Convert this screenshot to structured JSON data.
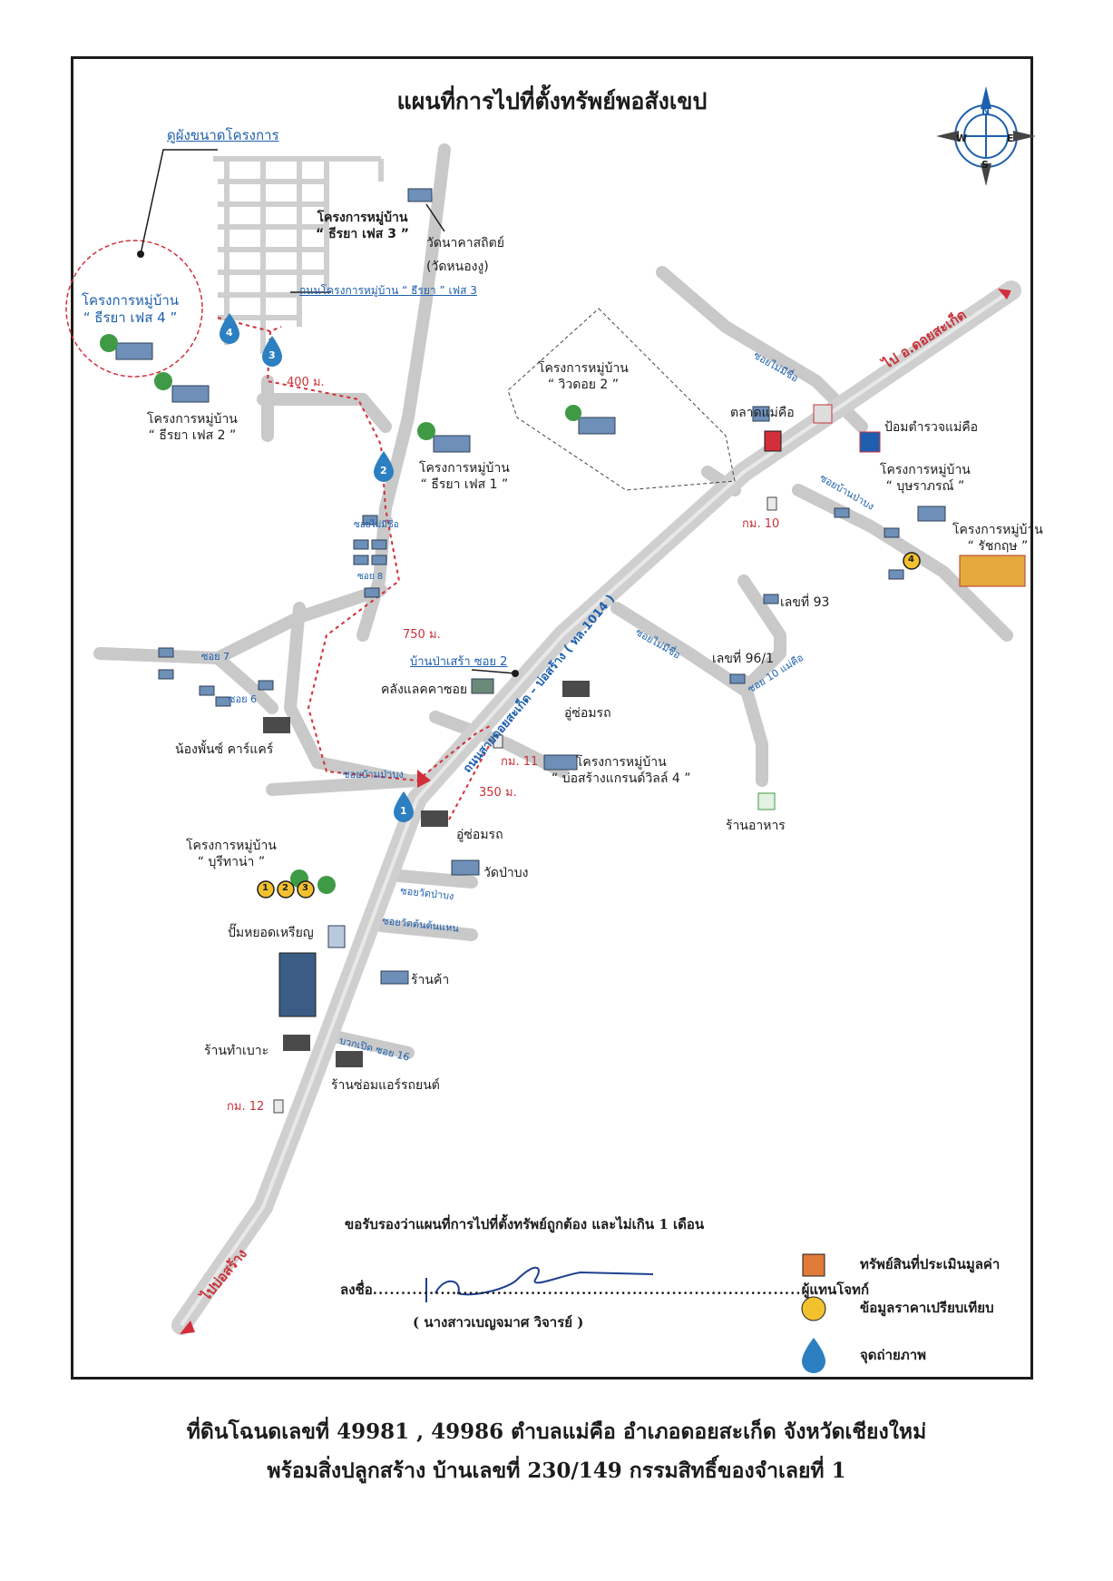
{
  "title": "แผนที่การไปที่ตั้งทรัพย์พอสังเขป",
  "compass": {
    "n": "N",
    "s": "S",
    "e": "E",
    "w": "W"
  },
  "labels": {
    "layout_plan": "ดูผังขนาดโครงการ",
    "phase3": [
      "โครงการหมู่บ้าน",
      "“ ธีรยา เฟส 3 ”"
    ],
    "wat_nakhas": [
      "วัดนาคาสถิตย์",
      "(วัดหนองงู)"
    ],
    "phase4": [
      "โครงการหมู่บ้าน",
      "“ ธีรยา เฟส 4 ”"
    ],
    "phase3_road": "ถนนโครงการหมู่บ้าน “ ธีรยา ” เฟส 3",
    "phase2": [
      "โครงการหมู่บ้าน",
      "“ ธีรยา เฟส 2 ”"
    ],
    "phase1": [
      "โครงการหมู่บ้าน",
      "“ ธีรยา เฟส 1 ”"
    ],
    "viewdoi": [
      "โครงการหมู่บ้าน",
      "“ วิวดอย 2 ”"
    ],
    "to_doi_saket": "ไป อ.ดอยสะเก็ด",
    "soi_no_name_1": "ซอยไม่มีชื่อ",
    "market": "ตลาดแม่คือ",
    "police": "ป้อมตำรวจแม่คือ",
    "boonyaporn": [
      "โครงการหมู่บ้าน",
      "“ บุษราภรณ์ ”"
    ],
    "soi_ban_pa_bong": "ซอยบ้านป่าบง",
    "km10": "กม. 10",
    "ratchakrit": [
      "โครงการหมู่บ้าน",
      "“ รัชกฤษ ”"
    ],
    "house93": "เลขที่ 93",
    "house96": "เลขที่ 96/1",
    "soi_no_name_2": "ซอยไม่มีชื่อ",
    "soi10": "ซอย 10 แม่คือ",
    "soi_no_name_small": "ซอยไม่มีชื่อ",
    "soi8": "ซอย 8",
    "dist750": "750 ม.",
    "dist400": "400 ม.",
    "ban_pa_sao": "บ้านป่าเสร้า ซอย 2",
    "warehouse": "คลังแลคคาซอย",
    "garage1": "อู่ซ่อมรถ",
    "highway": "ถนนสายดอยสะเก็ด – บ่อสร้าง ( ทล.1014 )",
    "soi7": "ซอย 7",
    "soi6": "ซอย 6",
    "nong_pan": "น้องพั้นซ์ คาร์แคร์",
    "km11": "กม. 11",
    "bosang_grand": [
      "โครงการหมู่บ้าน",
      "“ บ่อสร้างแกรนด์วิลล์ 4 ”"
    ],
    "soi_ban_pa_bong_lower": "ซอยบ้านป่าบง",
    "dist350": "350 ม.",
    "restaurant": "ร้านอาหาร",
    "garage2": "อู่ซ่อมรถ",
    "burithana": [
      "โครงการหมู่บ้าน",
      "“ บุรีทาน่า ”"
    ],
    "wat_pa_bong": "วัดป่าบง",
    "soi_wat_pa_bong": "ซอยวัดป่าบง",
    "soi_wat_ton_haen": "ซอยวัดต้นต้นแหน",
    "gas_station": "ปั๊มหยอดเหรียญ",
    "shop": "ร้านค้า",
    "seat_shop": "ร้านทำเบาะ",
    "buak_pid": "บวกเปิด ซอย 16",
    "aircon_shop": "ร้านซ่อมแอร์รถยนต์",
    "km12": "กม. 12",
    "to_bosang": "ไปบ่อสร้าง"
  },
  "points": {
    "photo": [
      "1",
      "2",
      "3",
      "4"
    ],
    "compare": [
      "1",
      "2",
      "3",
      "4"
    ]
  },
  "certification": {
    "statement": "ขอรับรองว่าแผนที่การไปที่ตั้งทรัพย์ถูกต้อง และไม่เกิน 1 เดือน",
    "sign_prefix": "ลงชื่อ",
    "sign_suffix": "ผู้แทนโจทก์",
    "name": "( นางสาวเบญจมาศ วิจารย์ )"
  },
  "legend": [
    {
      "label": "ทรัพย์สินที่ประเมินมูลค่า",
      "icon": "asset-square-icon",
      "color": "#e07b39"
    },
    {
      "label": "ข้อมูลราคาเปรียบเทียบ",
      "icon": "compare-circle-icon",
      "color": "#f2c12e"
    },
    {
      "label": "จุดถ่ายภาพ",
      "icon": "photo-drop-icon",
      "color": "#2c7fc1"
    }
  ],
  "footer": [
    "ที่ดินโฉนดเลขที่ 49981 , 49986 ตำบลแม่คือ อำเภอดอยสะเก็ด จังหวัดเชียงใหม่",
    "พร้อมสิ่งปลูกสร้าง บ้านเลขที่ 230/149 กรรมสิทธิ์ของจำเลยที่ 1"
  ],
  "colors": {
    "road": "#c9c9c9",
    "highway": "#cfcfcf",
    "route": "#d22f3a",
    "label_blue": "#1d5fae",
    "photo": "#2c7fc1",
    "compare": "#f2c12e",
    "asset": "#e07b39"
  }
}
